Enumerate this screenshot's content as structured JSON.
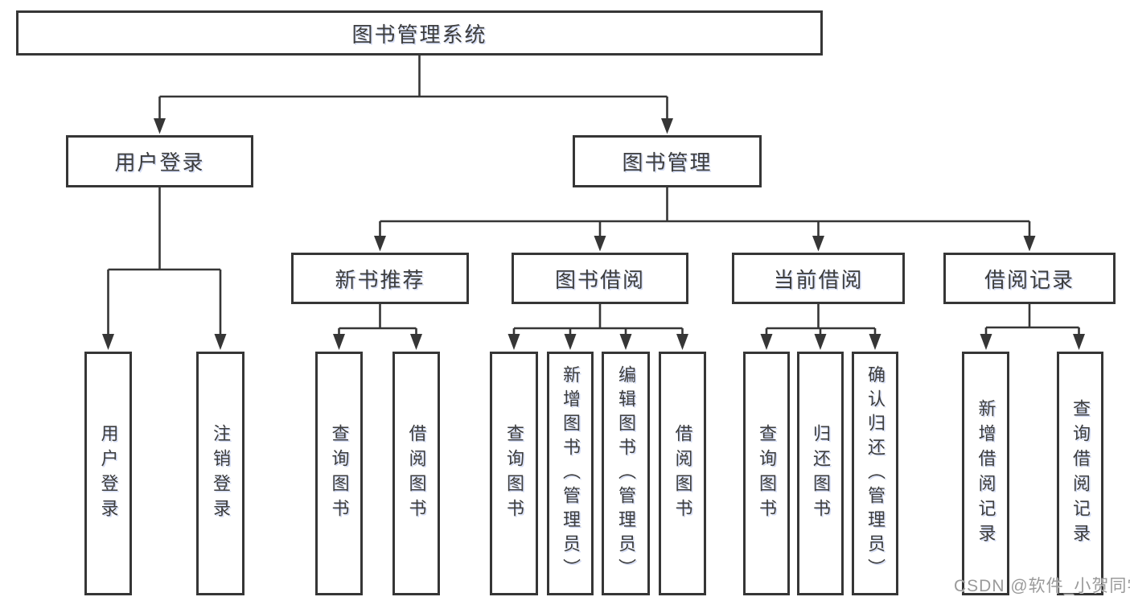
{
  "diagram_title": "图书管理系统",
  "tree": {
    "label": "图书管理系统",
    "children": [
      {
        "label": "用户登录",
        "children": [
          {
            "label": "用户登录"
          },
          {
            "label": "注销登录"
          }
        ]
      },
      {
        "label": "图书管理",
        "children": [
          {
            "label": "新书推荐",
            "children": [
              {
                "label": "查询图书"
              },
              {
                "label": "借阅图书"
              }
            ]
          },
          {
            "label": "图书借阅",
            "children": [
              {
                "label": "查询图书"
              },
              {
                "label": "新增图书（管理员）"
              },
              {
                "label": "编辑图书（管理员）"
              },
              {
                "label": "借阅图书"
              }
            ]
          },
          {
            "label": "当前借阅",
            "children": [
              {
                "label": "查询图书"
              },
              {
                "label": "归还图书"
              },
              {
                "label": "确认归还（管理员）"
              }
            ]
          },
          {
            "label": "借阅记录",
            "children": [
              {
                "label": "新增借阅记录"
              },
              {
                "label": "查询借阅记录"
              }
            ]
          }
        ]
      }
    ]
  },
  "watermark": {
    "text": "CSDN @软件_小贺同学"
  },
  "colors": {
    "line": "#363636",
    "text": "#3d3d3d",
    "box_background": "#ffffff",
    "watermark": "#9a9a9a",
    "background": "#ffffff"
  }
}
